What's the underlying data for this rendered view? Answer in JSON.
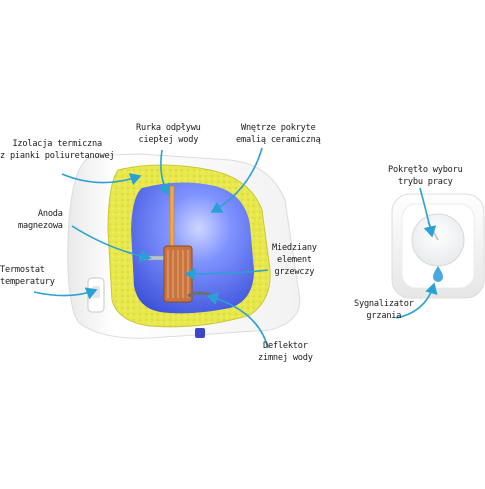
{
  "labels": {
    "insulation": [
      "Izolacja termiczna",
      "z pianki poliuretanowej"
    ],
    "pipe": [
      "Rurka odpływu",
      "ciepłej wody"
    ],
    "enamel": [
      "Wnętrze pokryte",
      "emalią ceramiczną"
    ],
    "anode": [
      "Anoda",
      "magnezowa"
    ],
    "thermostat": [
      "Termostat",
      "temperatury"
    ],
    "copper": [
      "Miedziany",
      "element",
      "grzewczy"
    ],
    "deflector": [
      "Deflektor",
      "zimnej wody"
    ],
    "knob": [
      "Pokrętło wyboru",
      "trybu pracy"
    ],
    "indicator": [
      "Sygnalizator",
      "grzania"
    ]
  },
  "colors": {
    "arrow": "#2aa1d4",
    "insulation": "#e5e44a",
    "tank": "#4f6ef2",
    "copper": "#c8743f",
    "indicator": "#4aa8e0",
    "body": "#f4f4f4"
  },
  "icons": [
    "water-drop-icon",
    "knob-pointer-icon"
  ]
}
